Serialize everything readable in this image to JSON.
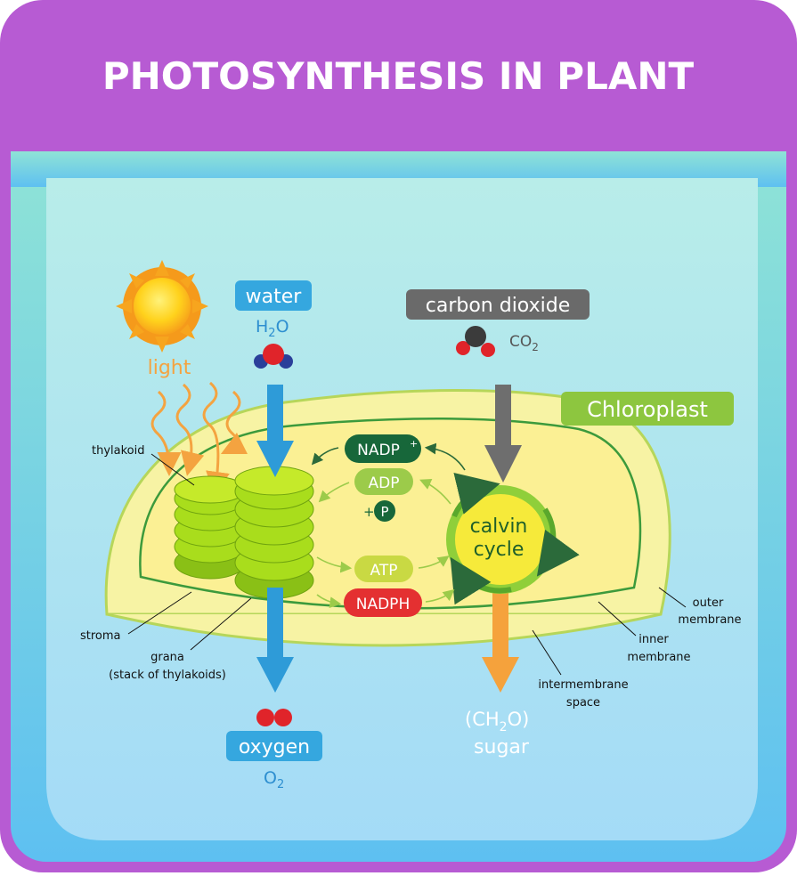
{
  "title": "PHOTOSYNTHESIS IN PLANT",
  "colors": {
    "frame": "#b75bd3",
    "panel_top": "#8fe3d6",
    "panel_bottom": "#5ec0f1",
    "inner_top": "#b7ecea",
    "inner_bottom": "#a6dcf6",
    "chloroplast_outer": "#f7f3a4",
    "chloroplast_inner": "#fbf094",
    "membrane_line": "#3c9a3c",
    "grana_green": "#a9dd1c",
    "water_arrow": "#2e9bd8",
    "co2_arrow": "#6e6e6e",
    "sugar_arrow": "#f5a23c",
    "nadp_plus": "#17673a",
    "adp": "#9ccb4a",
    "atp": "#c9d943",
    "nadph": "#e43031",
    "chloroplast_badge": "#8dc63f",
    "co2_badge": "#6a6a6a",
    "blue_badge": "#35a7df"
  },
  "icons": {
    "sun": "sun-icon",
    "water_molecule": "water-molecule-icon",
    "co2_molecule": "co2-molecule-icon",
    "oxygen_molecule": "oxygen-molecule-icon"
  },
  "labels": {
    "light": "light",
    "water": "water",
    "h2o_main": "H",
    "h2o_sub": "2",
    "h2o_tail": "O",
    "carbon_dioxide": "carbon dioxide",
    "co2_main": "CO",
    "co2_sub": "2",
    "chloroplast": "Chloroplast",
    "thylakoid": "thylakoid",
    "stroma": "stroma",
    "grana": "grana",
    "grana_note": "(stack of thylakoids)",
    "nadp_plus": "NADP",
    "nadp_sup": "+",
    "adp": "ADP",
    "plus": "+",
    "p": "P",
    "atp": "ATP",
    "nadph": "NADPH",
    "calvin": "calvin",
    "cycle": "cycle",
    "outer": "outer",
    "outer_membrane": "membrane",
    "inner": "inner",
    "inner_membrane": "membrane",
    "intermembrane": "intermembrane",
    "space": "space",
    "oxygen": "oxygen",
    "o2_main": "O",
    "o2_sub": "2",
    "ch2o_a": "(CH",
    "ch2o_sub": "2",
    "ch2o_b": "O)",
    "sugar": "sugar"
  }
}
